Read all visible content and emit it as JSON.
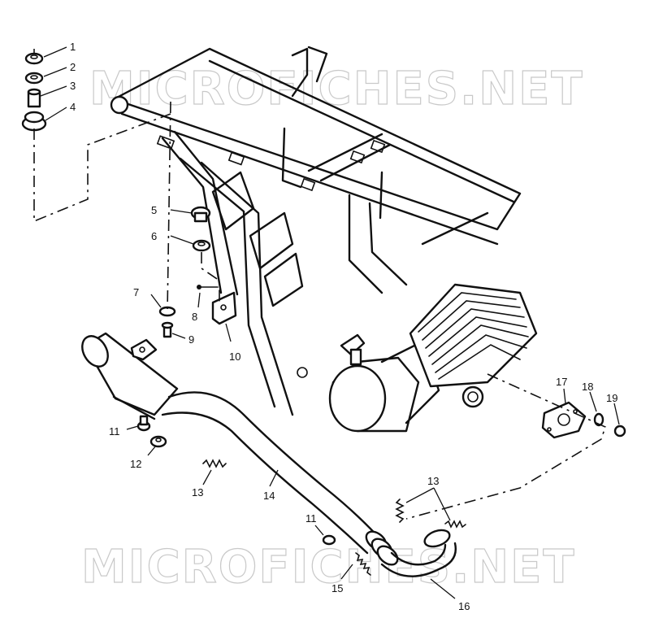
{
  "watermark": {
    "top": "MICROFICHES.NET",
    "bottom": "MICROFICHES.NET"
  },
  "callouts": {
    "c1": "1",
    "c2": "2",
    "c3": "3",
    "c4": "4",
    "c5": "5",
    "c6": "6",
    "c7": "7",
    "c8": "8",
    "c9": "9",
    "c10": "10",
    "c11a": "11",
    "c11b": "11",
    "c12": "12",
    "c13a": "13",
    "c13b": "13",
    "c14": "14",
    "c15": "15",
    "c16": "16",
    "c17": "17",
    "c18": "18",
    "c19": "19"
  }
}
